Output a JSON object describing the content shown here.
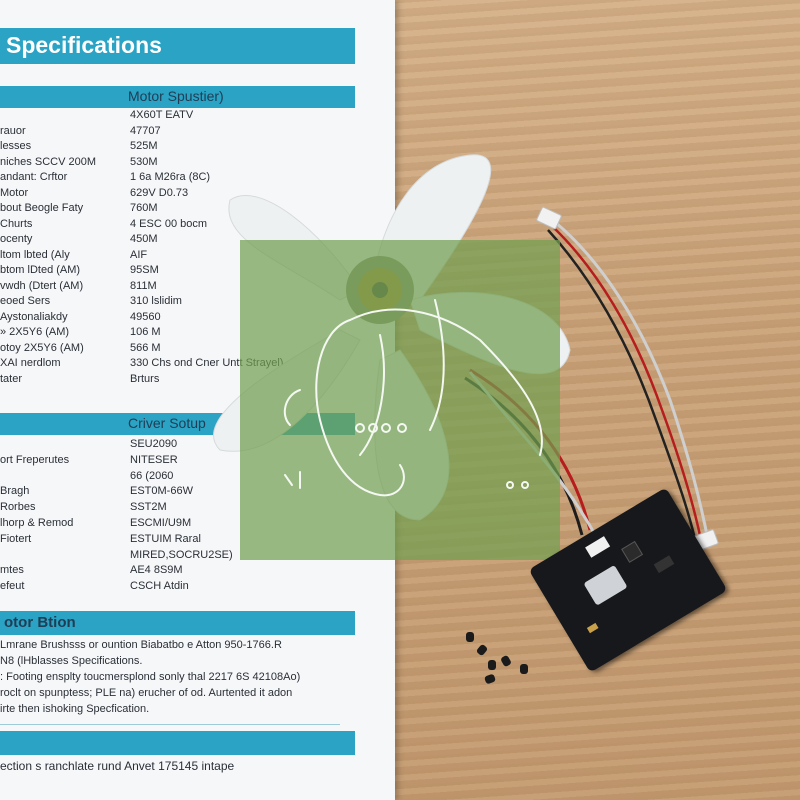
{
  "specs": {
    "title": "Specifications",
    "motor_header": "Motor Spustier)",
    "motor_rows": [
      {
        "k": "",
        "v": "4X60T EATV"
      },
      {
        "k": "rauor",
        "v": "47707"
      },
      {
        "k": "lesses",
        "v": "525M"
      },
      {
        "k": "niches SCCV 200M",
        "v": "530M"
      },
      {
        "k": "andant: Crftor",
        "v": "1 6a M26ra (8C)"
      },
      {
        "k": "Motor",
        "v": "629V D0.73"
      },
      {
        "k": "bout Beogle Faty",
        "v": "760M"
      },
      {
        "k": "Churts",
        "v": "4 ESC 00 bocm"
      },
      {
        "k": "ocenty",
        "v": "450M"
      },
      {
        "k": "ltom lbted (Aly",
        "v": "AIF"
      },
      {
        "k": "btom lDted (AM)",
        "v": "95SM"
      },
      {
        "k": "vwdh (Dtert (AM)",
        "v": "811M"
      },
      {
        "k": "eoed Sers",
        "v": "310 lslidim"
      },
      {
        "k": "Aystonaliakdy",
        "v": "49560"
      },
      {
        "k": "» 2X5Y6 (AM)",
        "v": "106 M"
      },
      {
        "k": "otoy 2X5Y6 (AM)",
        "v": "566 M"
      },
      {
        "k": "XAI nerdlom",
        "v": "330 Chs ond Cner Untt Strayel)"
      },
      {
        "k": "tater",
        "v": "Brturs"
      }
    ],
    "driver_header": "Criver Sotup",
    "driver_rows": [
      {
        "k": "",
        "v": "SEU2090"
      },
      {
        "k": "ort Freperutes",
        "v": "NITESER"
      },
      {
        "k": "",
        "v": "66 (2060"
      },
      {
        "k": "Bragh",
        "v": "EST0M-66W"
      },
      {
        "k": "Rorbes",
        "v": "SST2M"
      },
      {
        "k": "lhorp & Remod",
        "v": "ESCMI/U9M"
      },
      {
        "k": "Fiotert",
        "v": "ESTUIM Raral"
      },
      {
        "k": "",
        "v": "MIRED,SOCRU2SE)"
      },
      {
        "k": "mtes",
        "v": "AE4 8S9M"
      },
      {
        "k": "efeut",
        "v": "CSCH Atdin"
      }
    ],
    "button_header": "otor Btion",
    "paragraphs": [
      "Lmrane Brushsss or ountion Biabatbo e Atton 950-1766.R",
      "N8 (lHblasses Specifications.",
      ": Footing ensplty toucmersplond sonly thal  2217 6S 42108Ao)",
      "roclt on spunptess; PLE na) erucher of od. Aurtented it adon",
      "irte then ishoking Specfication."
    ],
    "footer_text": "ection s ranchlate rund Anvet 175145 intape"
  },
  "colors": {
    "header_bar": "#2aa3c4",
    "overlay": "#71a050",
    "wood": "#c9a57f"
  },
  "icons": [
    "fan-illustration",
    "wire-connector-icon",
    "circuit-board-icon",
    "screw-icon"
  ]
}
